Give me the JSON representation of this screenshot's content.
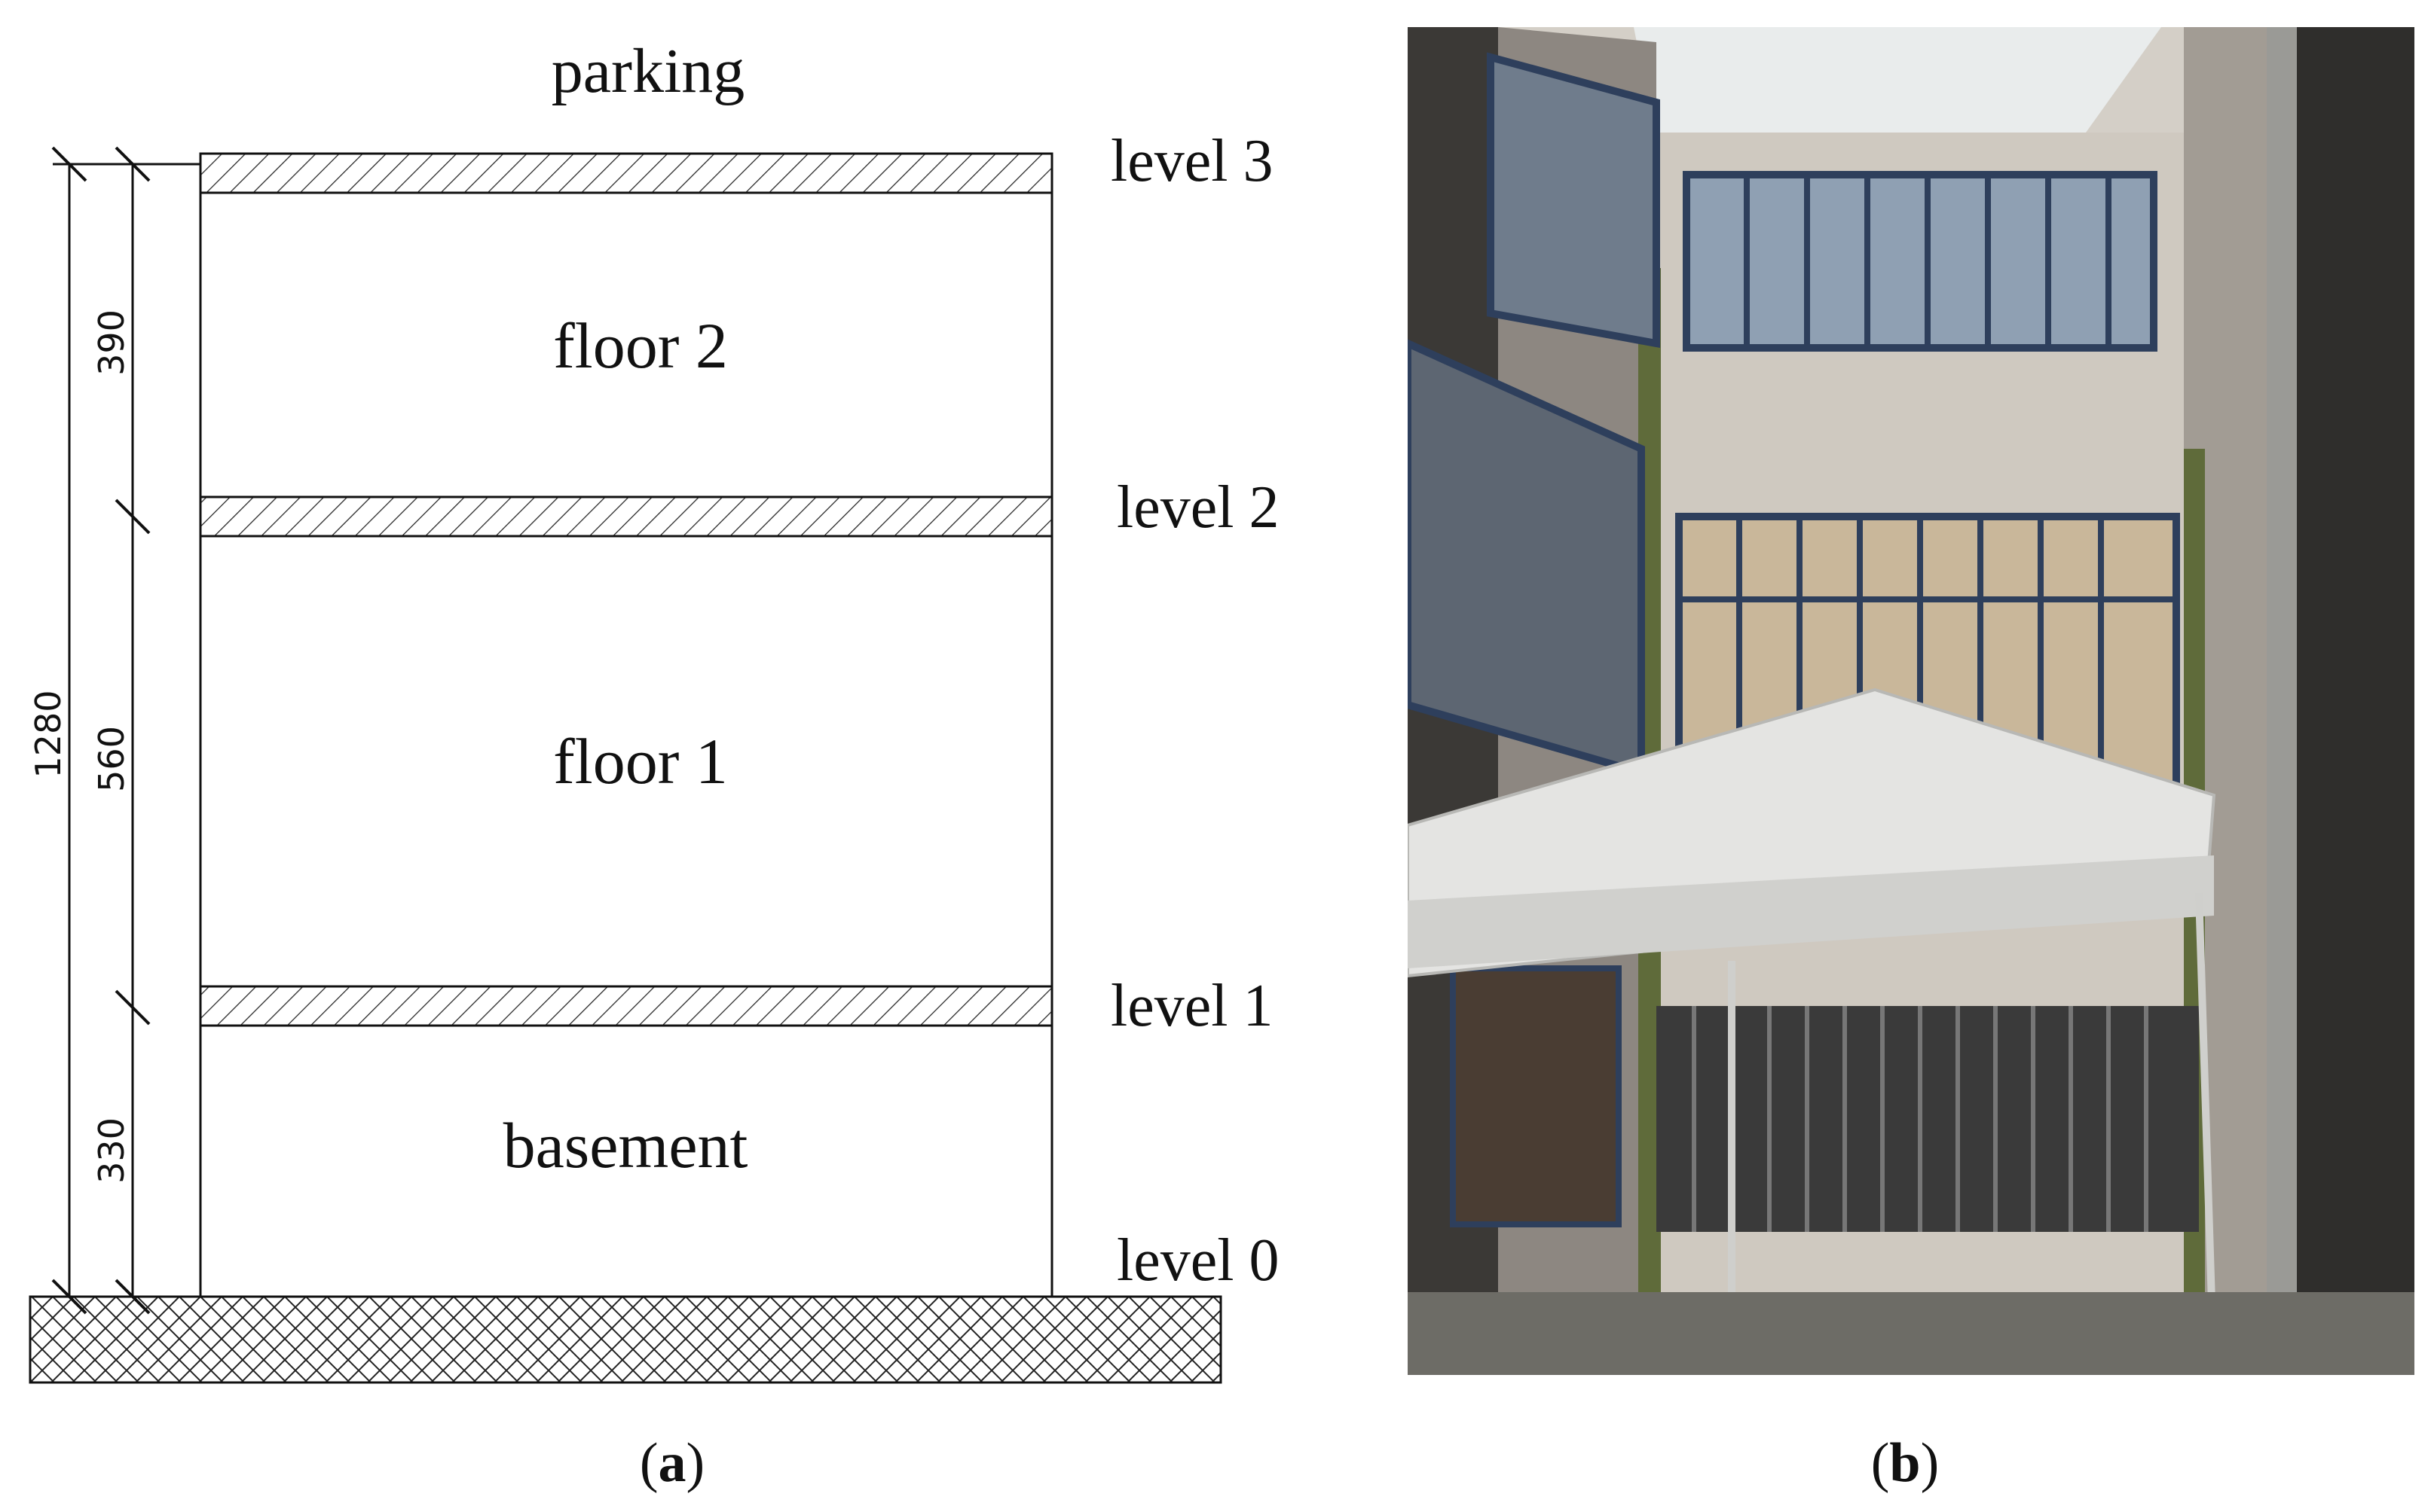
{
  "panel_a": {
    "top_label": "parking",
    "levels": [
      "level 3",
      "level 2",
      "level 1",
      "level 0"
    ],
    "rooms": [
      "floor 2",
      "floor 1",
      "basement"
    ],
    "dimensions": {
      "total": "1280",
      "floor_2": "390",
      "floor_1": "560",
      "basement": "330"
    },
    "caption_letter": "a"
  },
  "panel_b": {
    "caption_letter": "b",
    "colors": {
      "sky": "#e9ecec",
      "wall_light": "#cfc9c0",
      "wall_shadow": "#8d8781",
      "window_frame": "#2e3f5c",
      "green_trim": "#5f6b3a",
      "tent": "#e4e4e2",
      "ground": "#6d6c66"
    }
  }
}
